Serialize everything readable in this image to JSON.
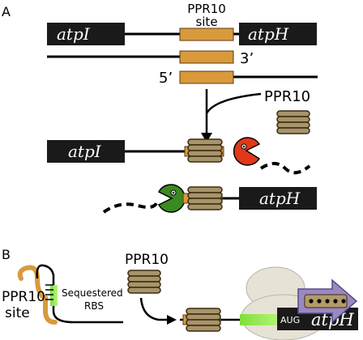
{
  "panel_a": {
    "letter": "A",
    "site_label_line1": "PPR10",
    "site_label_line2": "site",
    "gene_left": "atpI",
    "gene_right": "atpH",
    "strand_3prime": "3’",
    "strand_5prime": "5’",
    "protein_label": "PPR10",
    "colors": {
      "gene_box": "#1a1a1a",
      "ppr_site": "#d99a3c",
      "protein": "#a8946a",
      "exonuclease_red": "#e03818",
      "exonuclease_green": "#3a8a1f"
    }
  },
  "panel_b": {
    "letter": "B",
    "site_label_line1": "PPR10",
    "site_label_line2": "site",
    "sequestered_line1": "Sequestered",
    "sequestered_line2": "RBS",
    "protein_label": "PPR10",
    "start_codon": "AUG",
    "gene": "atpH",
    "colors": {
      "rbs": "#8ee64a",
      "ribosome": "#e6e2d6",
      "arrow": "#9a88c0",
      "peptide_bar": "#b29a6a"
    }
  }
}
